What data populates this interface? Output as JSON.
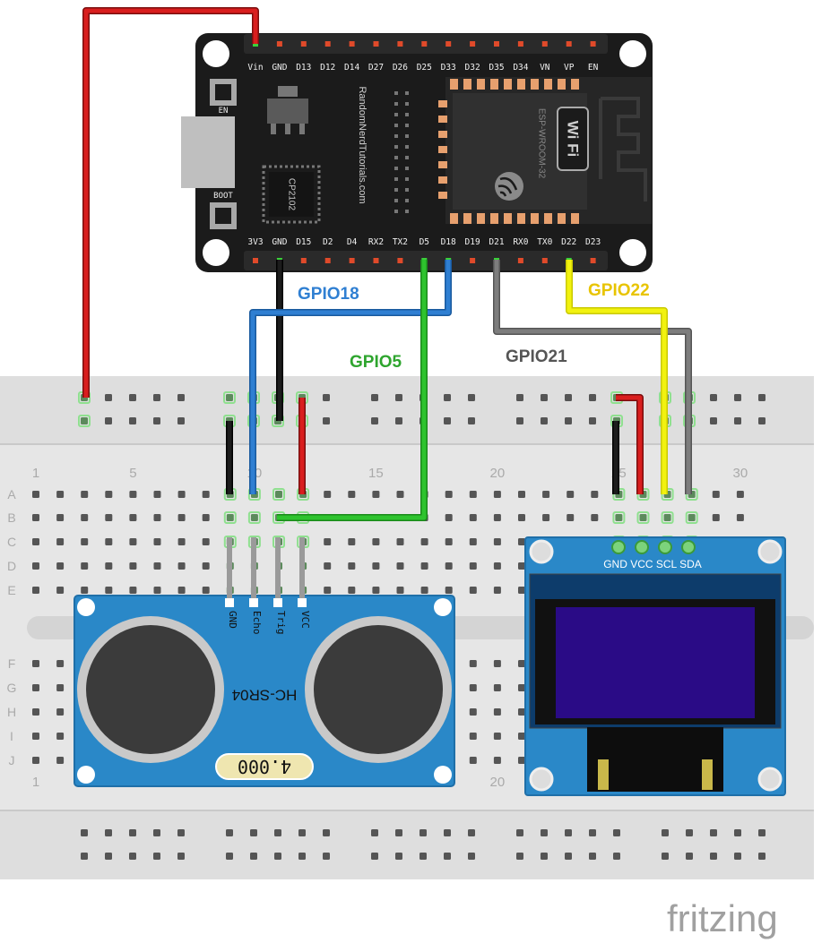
{
  "esp32": {
    "top_pins": [
      "Vin",
      "GND",
      "D13",
      "D12",
      "D14",
      "D27",
      "D26",
      "D25",
      "D33",
      "D32",
      "D35",
      "D34",
      "VN",
      "VP",
      "EN"
    ],
    "bottom_pins": [
      "3V3",
      "GND",
      "D15",
      "D2",
      "D4",
      "RX2",
      "TX2",
      "D5",
      "D18",
      "D19",
      "D21",
      "RX0",
      "TX0",
      "D22",
      "D23"
    ],
    "en_label": "EN",
    "boot_label": "BOOT",
    "chip_label": "CP2102",
    "brand_text": "RandomNerdTutorials.com",
    "module_label": "ESP-WROOM-32",
    "wifi_text": "Wi Fi"
  },
  "wire_labels": {
    "gpio18": "GPIO18",
    "gpio5": "GPIO5",
    "gpio21": "GPIO21",
    "gpio22": "GPIO22"
  },
  "breadboard": {
    "row_letters": [
      "A",
      "B",
      "C",
      "D",
      "E",
      "F",
      "G",
      "H",
      "I",
      "J"
    ],
    "column_numbers": [
      "1",
      "5",
      "10",
      "15",
      "20",
      "25",
      "30"
    ]
  },
  "hcsr04": {
    "pins": [
      "GND",
      "Echo",
      "Trig",
      "VCC"
    ],
    "label": "HC-SR04",
    "crystal": "4.000"
  },
  "oled": {
    "pins": "GND VCC SCL SDA"
  },
  "watermark": "fritzing",
  "colors": {
    "board": "#1b1b1b",
    "red_wire": "#d91e1e",
    "black_wire": "#1c1c1c",
    "blue_wire": "#2f7fd2",
    "green_wire": "#2ec32e",
    "gray_wire": "#7d7d7d",
    "yellow_wire": "#f2f20f",
    "sensor_blue": "#2a88c8",
    "oled_screen": "#2a0b86",
    "label_blue": "#2f7fd2",
    "label_green": "#2ea52e",
    "label_gray": "#555555",
    "label_yellow": "#e8c400"
  }
}
